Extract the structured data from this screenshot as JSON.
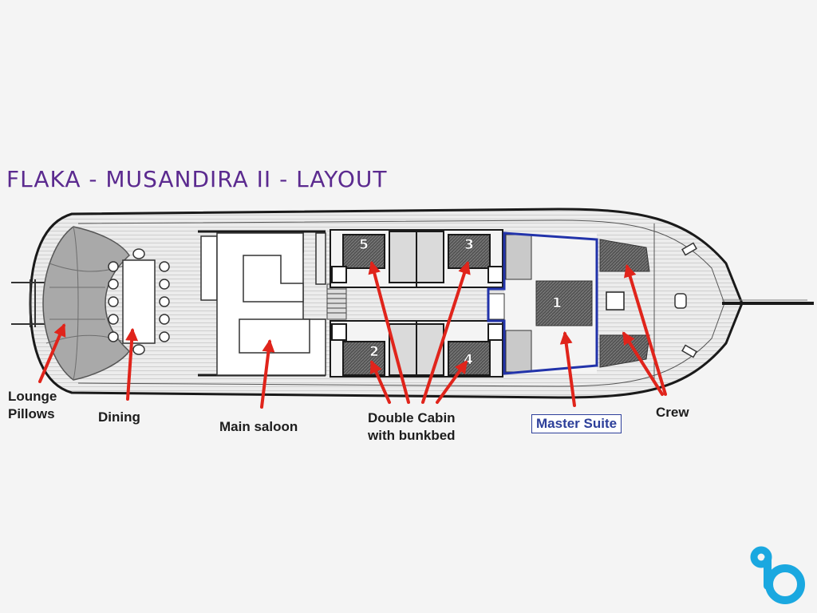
{
  "title": "FLAKA - MUSANDIRA II - LAYOUT",
  "labels": {
    "lounge": [
      "Lounge",
      "Pillows"
    ],
    "dining": "Dining",
    "saloon": "Main saloon",
    "double_cabin": [
      "Double Cabin",
      "with bunkbed"
    ],
    "master": "Master Suite",
    "crew": "Crew"
  },
  "cabins": [
    "5",
    "3",
    "2",
    "4",
    "1"
  ],
  "colors": {
    "title": "#5b2a8f",
    "arrow": "#e0241b",
    "master_outline": "#2233aa",
    "logo": "#1aa8e0"
  },
  "logo_icon": "brand-b-icon"
}
